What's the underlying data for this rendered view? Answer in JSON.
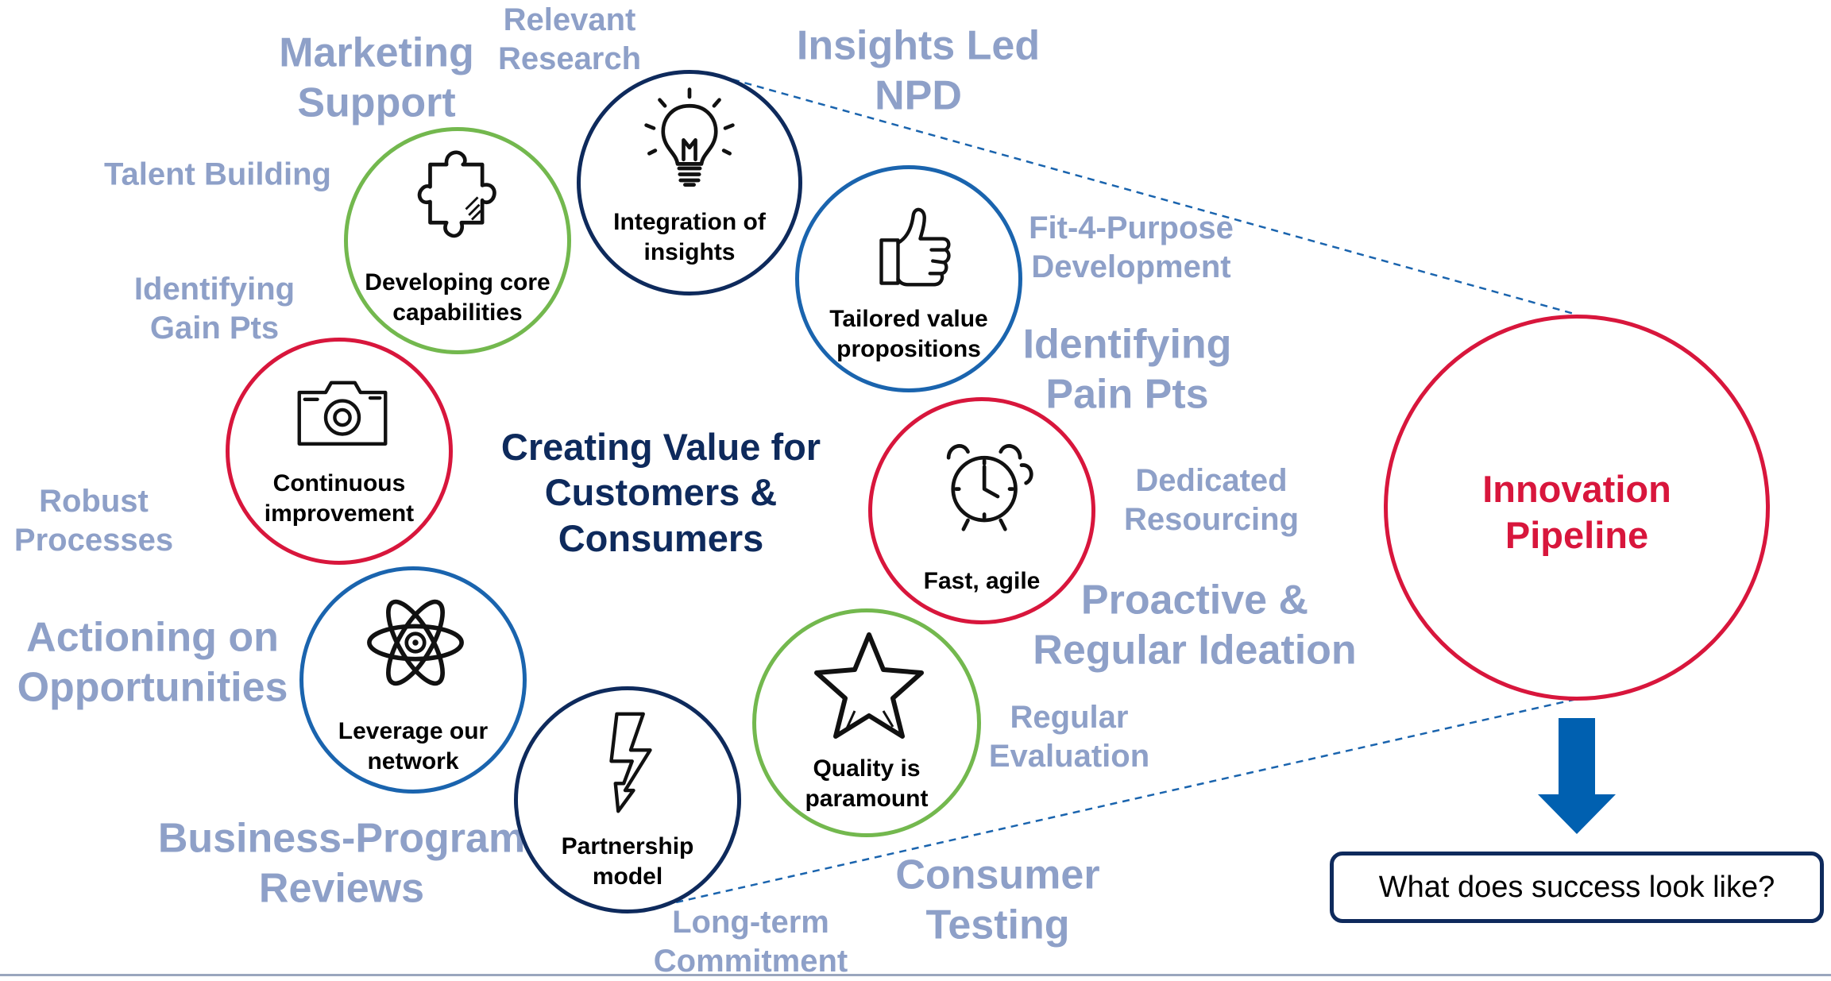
{
  "center_title": [
    "Creating Value for",
    "Customers &",
    "Consumers"
  ],
  "circles": [
    {
      "id": "integration",
      "lines": [
        "Integration of",
        "insights"
      ],
      "icon": "lightbulb-icon",
      "color": "#0E2A5C"
    },
    {
      "id": "core",
      "lines": [
        "Developing core",
        "capabilities"
      ],
      "icon": "puzzle-piece-icon",
      "color": "#73B84E"
    },
    {
      "id": "tailored",
      "lines": [
        "Tailored value",
        "propositions"
      ],
      "icon": "thumbs-up-icon",
      "color": "#1A64AE"
    },
    {
      "id": "continuous",
      "lines": [
        "Continuous",
        "improvement"
      ],
      "icon": "camera-icon",
      "color": "#D8163C"
    },
    {
      "id": "fast",
      "lines": [
        "Fast, agile"
      ],
      "icon": "alarm-clock-icon",
      "color": "#D8163C"
    },
    {
      "id": "leverage",
      "lines": [
        "Leverage our",
        "network"
      ],
      "icon": "atom-icon",
      "color": "#1A64AE"
    },
    {
      "id": "quality",
      "lines": [
        "Quality is",
        "paramount"
      ],
      "icon": "star-icon",
      "color": "#73B84E"
    },
    {
      "id": "partnership",
      "lines": [
        "Partnership",
        "model"
      ],
      "icon": "lightning-bolt-icon",
      "color": "#0E2A5C"
    }
  ],
  "outer_labels": [
    {
      "id": "relevant-research",
      "lines": [
        "Relevant",
        "Research"
      ]
    },
    {
      "id": "marketing-support",
      "lines": [
        "Marketing",
        "Support"
      ]
    },
    {
      "id": "insights-led-npd",
      "lines": [
        "Insights Led",
        "NPD"
      ]
    },
    {
      "id": "talent-building",
      "lines": [
        "Talent Building"
      ]
    },
    {
      "id": "fit-4-purpose",
      "lines": [
        "Fit-4-Purpose",
        "Development"
      ]
    },
    {
      "id": "identifying-gain",
      "lines": [
        "Identifying",
        "Gain Pts"
      ]
    },
    {
      "id": "identifying-pain",
      "lines": [
        "Identifying",
        "Pain Pts"
      ]
    },
    {
      "id": "robust-processes",
      "lines": [
        "Robust",
        "Processes"
      ]
    },
    {
      "id": "dedicated-resourcing",
      "lines": [
        "Dedicated",
        "Resourcing"
      ]
    },
    {
      "id": "actioning",
      "lines": [
        "Actioning on",
        "Opportunities"
      ]
    },
    {
      "id": "proactive",
      "lines": [
        "Proactive &",
        "Regular Ideation"
      ]
    },
    {
      "id": "regular-evaluation",
      "lines": [
        "Regular",
        "Evaluation"
      ]
    },
    {
      "id": "business-program",
      "lines": [
        "Business-Program",
        "Reviews"
      ]
    },
    {
      "id": "consumer-testing",
      "lines": [
        "Consumer",
        "Testing"
      ]
    },
    {
      "id": "long-term",
      "lines": [
        "Long-term",
        "Commitment"
      ]
    }
  ],
  "pipeline": {
    "lines": [
      "Innovation",
      "Pipeline"
    ],
    "color": "#D8163C"
  },
  "arrow": {
    "color": "#0060B0"
  },
  "success_box": {
    "text": "What does success look like?"
  },
  "colors": {
    "label": "#8EA0C8",
    "navy": "#0E2A5C",
    "red": "#D8163C",
    "green": "#73B84E",
    "blue": "#1A64AE"
  }
}
